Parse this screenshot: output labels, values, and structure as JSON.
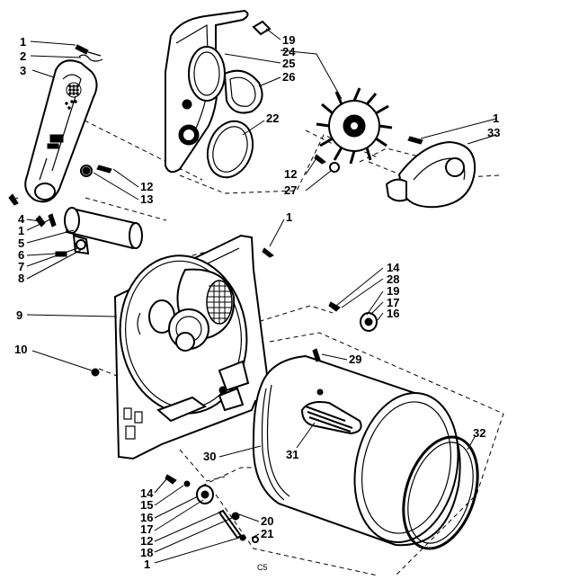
{
  "labels": {
    "l_1a": "1",
    "l_2": "2",
    "l_3": "3",
    "l_19": "19",
    "l_24": "24",
    "l_25": "25",
    "l_26": "26",
    "l_22": "22",
    "l_1b": "1",
    "l_33": "33",
    "l_12a": "12",
    "l_13": "13",
    "l_12b": "12",
    "l_27": "27",
    "l_4": "4",
    "l_1c": "1",
    "l_5": "5",
    "l_6": "6",
    "l_7": "7",
    "l_8": "8",
    "l_1d": "1",
    "l_9": "9",
    "l_14a": "14",
    "l_28": "28",
    "l_19b": "19",
    "l_17a": "17",
    "l_16a": "16",
    "l_10": "10",
    "l_29": "29",
    "l_30": "30",
    "l_31": "31",
    "l_32": "32",
    "l_14b": "14",
    "l_15": "15",
    "l_16b": "16",
    "l_17b": "17",
    "l_12c": "12",
    "l_18": "18",
    "l_1e": "1",
    "l_20": "20",
    "l_21": "21"
  },
  "drawing_code": "C5"
}
